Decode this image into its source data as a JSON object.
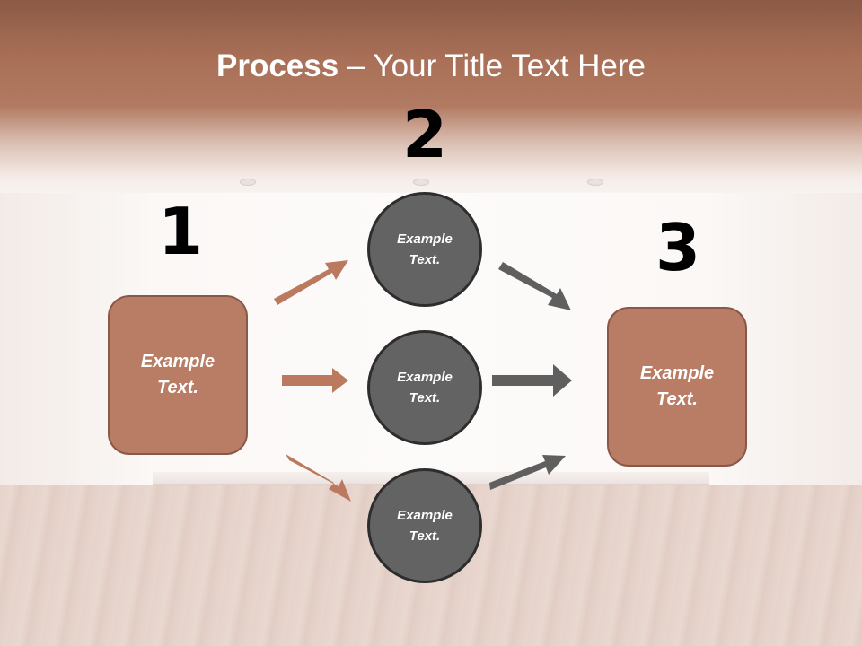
{
  "slide": {
    "title_bold": "Process",
    "title_rest": " – Your Title Text Here",
    "colors": {
      "accent_brown": "#b97c64",
      "circle_gray": "#636363",
      "arrow_brown": "#bb7a60",
      "arrow_gray": "#5f5f5f",
      "title_band": "#a96f57"
    }
  },
  "steps": {
    "step1": {
      "number": "1",
      "text": "Example\nText."
    },
    "step2": {
      "number": "2",
      "circles": [
        {
          "text": "Example\nText."
        },
        {
          "text": "Example\nText."
        },
        {
          "text": "Example\nText."
        }
      ]
    },
    "step3": {
      "number": "3",
      "text": "Example\nText."
    }
  }
}
